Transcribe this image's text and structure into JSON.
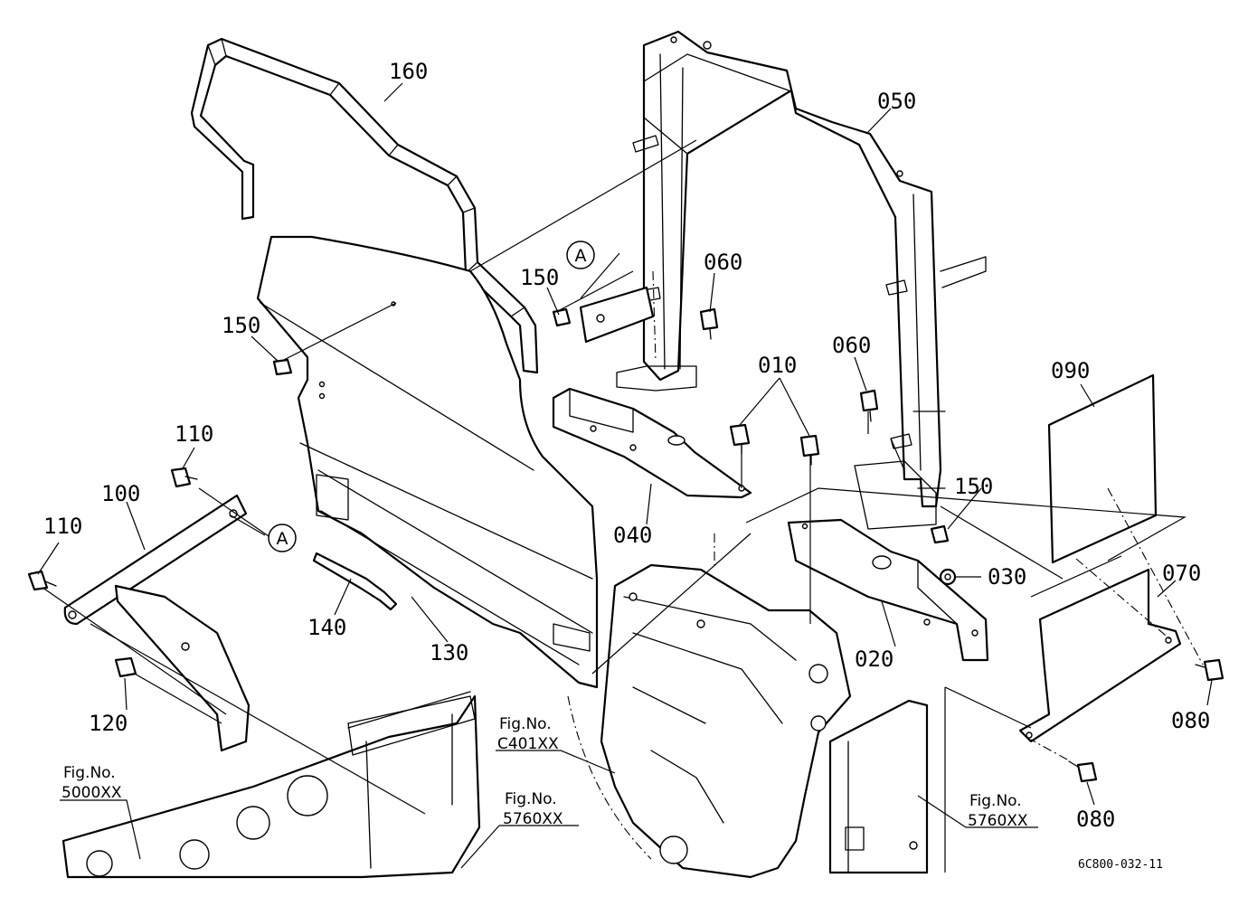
{
  "drawing_code": "6C800-032-11",
  "marker_a": "A",
  "parts": {
    "p010": "010",
    "p020": "020",
    "p030": "030",
    "p040": "040",
    "p050": "050",
    "p060": "060",
    "p070": "070",
    "p080": "080",
    "p090": "090",
    "p100": "100",
    "p110": "110",
    "p120": "120",
    "p130": "130",
    "p140": "140",
    "p150": "150",
    "p160": "160"
  },
  "refs": {
    "fig_prefix": "Fig.No.",
    "c401": "C401XX",
    "r5000": "5000XX",
    "r5760": "5760XX"
  }
}
